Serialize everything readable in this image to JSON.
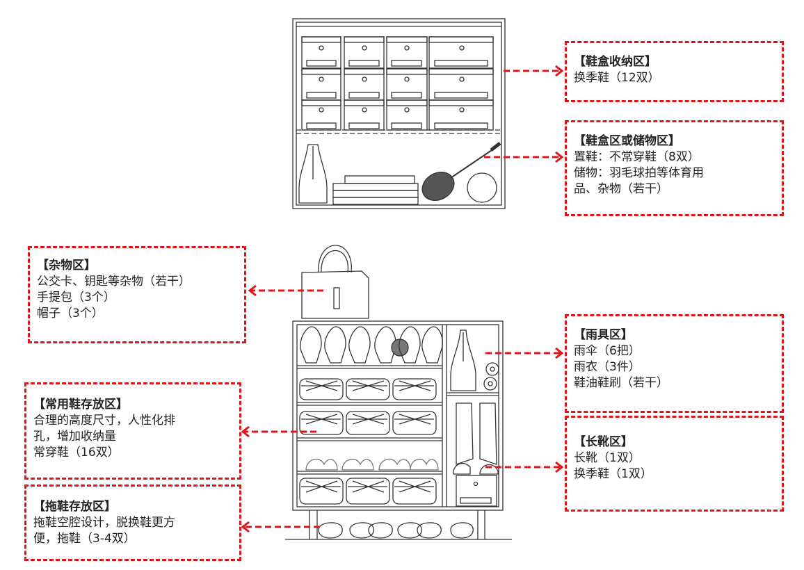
{
  "diagram": {
    "accent_color": "#e0151b",
    "line_color": "#333333"
  },
  "callouts": {
    "shoebox_storage": {
      "title": "【鞋盒收纳区】",
      "lines": [
        "换季鞋（12双）"
      ]
    },
    "shoebox_or_storage": {
      "title": "【鞋盒区或储物区】",
      "lines": [
        "置鞋：不常穿鞋（8双）",
        "储物：羽毛球拍等体育用",
        "品、杂物（若干）"
      ]
    },
    "sundries": {
      "title": "【杂物区】",
      "lines": [
        "公交卡、钥匙等杂物（若干）",
        "手提包（3个）",
        "帽子（3个）"
      ]
    },
    "rain_gear": {
      "title": "【雨具区】",
      "lines": [
        "雨伞（6把）",
        "雨衣（3件）",
        "鞋油鞋刷（若干）"
      ]
    },
    "daily_shoes": {
      "title": "【常用鞋存放区】",
      "lines": [
        "合理的高度尺寸，人性化排",
        "孔，增加收纳量",
        "常穿鞋（16双）"
      ]
    },
    "boots": {
      "title": "【长靴区】",
      "lines": [
        "长靴（1双）",
        "换季鞋（1双）"
      ]
    },
    "slippers": {
      "title": "【拖鞋存放区】",
      "lines": [
        "拖鞋空腔设计，脱换鞋更方",
        "便，拖鞋（3-4双）"
      ]
    }
  }
}
